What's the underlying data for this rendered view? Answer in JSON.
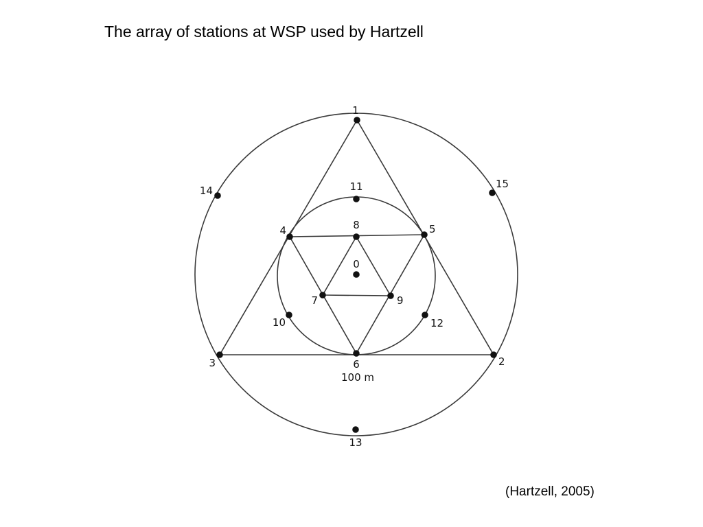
{
  "title": "The array of stations at WSP used by Hartzell",
  "citation": "(Hartzell, 2005)",
  "scale_label": "100 m",
  "colors": {
    "line": "#3a3a3a",
    "station": "#111111",
    "background": "#ffffff"
  },
  "stations": [
    {
      "id": "0",
      "label": "0"
    },
    {
      "id": "1",
      "label": "1"
    },
    {
      "id": "2",
      "label": "2"
    },
    {
      "id": "3",
      "label": "3"
    },
    {
      "id": "4",
      "label": "4"
    },
    {
      "id": "5",
      "label": "5"
    },
    {
      "id": "6",
      "label": "6"
    },
    {
      "id": "7",
      "label": "7"
    },
    {
      "id": "8",
      "label": "8"
    },
    {
      "id": "9",
      "label": "9"
    },
    {
      "id": "10",
      "label": "10"
    },
    {
      "id": "11",
      "label": "11"
    },
    {
      "id": "12",
      "label": "12"
    },
    {
      "id": "13",
      "label": "13"
    },
    {
      "id": "14",
      "label": "14"
    },
    {
      "id": "15",
      "label": "15"
    }
  ],
  "connections": [
    [
      "1",
      "2"
    ],
    [
      "2",
      "3"
    ],
    [
      "3",
      "1"
    ],
    [
      "4",
      "5"
    ],
    [
      "5",
      "6"
    ],
    [
      "6",
      "4"
    ],
    [
      "8",
      "7"
    ],
    [
      "7",
      "9"
    ],
    [
      "9",
      "8"
    ]
  ]
}
